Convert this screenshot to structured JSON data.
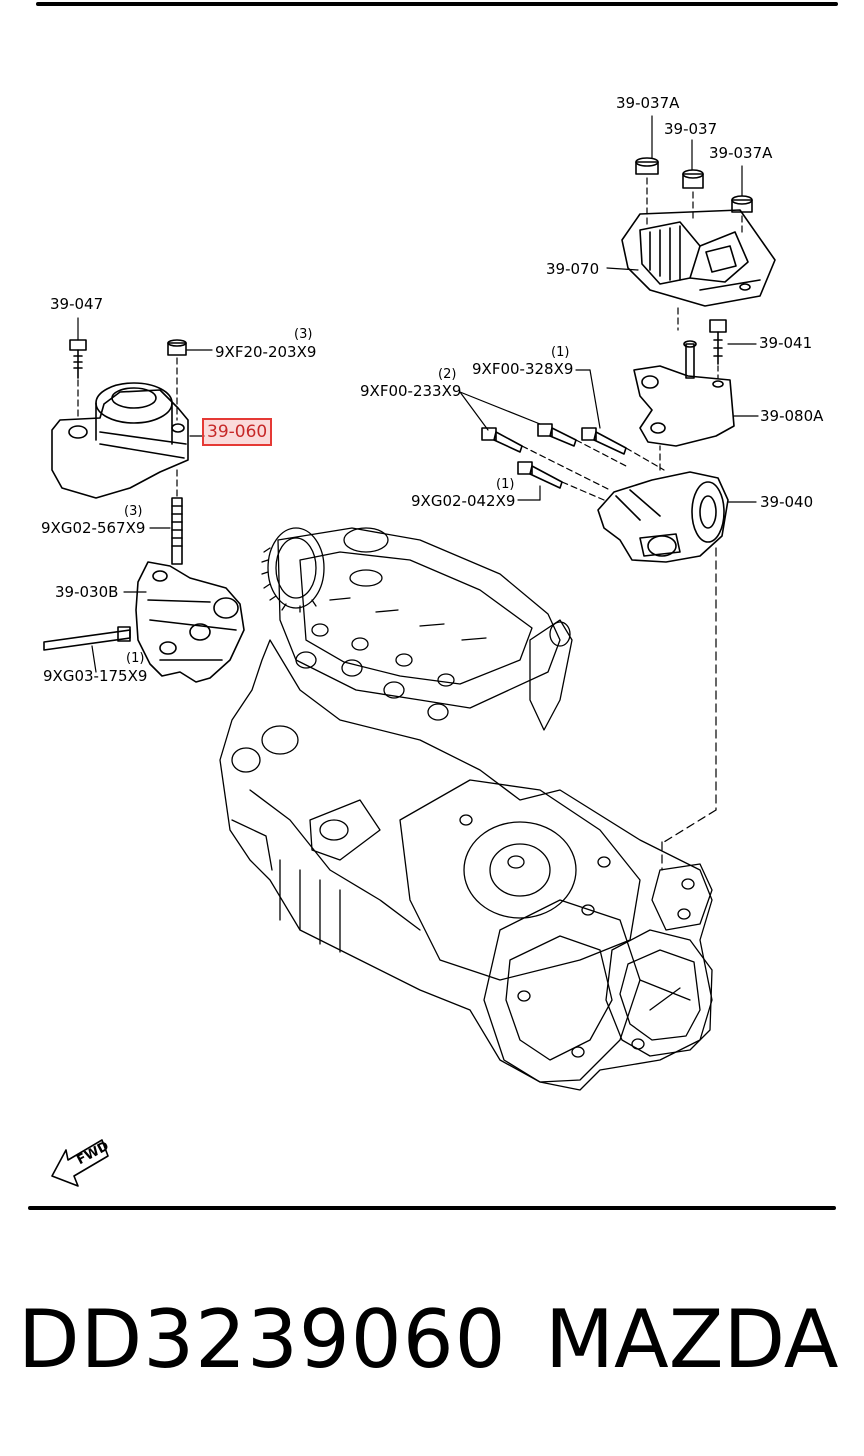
{
  "labels": {
    "l_39_037A_top": "39-037A",
    "l_39_037": "39-037",
    "l_39_037A_right": "39-037A",
    "l_39_070": "39-070",
    "l_39_047": "39-047",
    "l_9XF20_203X9": "9XF20-203X9",
    "l_39_060": "39-060",
    "l_39_041": "39-041",
    "l_9XF00_328X9": "9XF00-328X9",
    "l_9XF00_233X9": "9XF00-233X9",
    "l_39_080A": "39-080A",
    "l_9XG02_042X9": "9XG02-042X9",
    "l_39_040": "39-040",
    "l_9XG02_567X9": "9XG02-567X9",
    "l_39_030B": "39-030B",
    "l_9XG03_175X9": "9XG03-175X9"
  },
  "quantities": {
    "q_9XF20_203X9": "(3)",
    "q_9XF00_328X9": "(1)",
    "q_9XF00_233X9": "(2)",
    "q_9XG02_042X9": "(1)",
    "q_9XG02_567X9": "(3)",
    "q_9XG03_175X9": "(1)"
  },
  "highlighted_part": "39-060",
  "fwd_label": "FWD",
  "footer": {
    "part_number": "DD3239060",
    "brand": "MAZDA"
  },
  "colors": {
    "line": "#000000",
    "highlight_border": "#e53935",
    "highlight_fill": "#f8d0cf"
  }
}
